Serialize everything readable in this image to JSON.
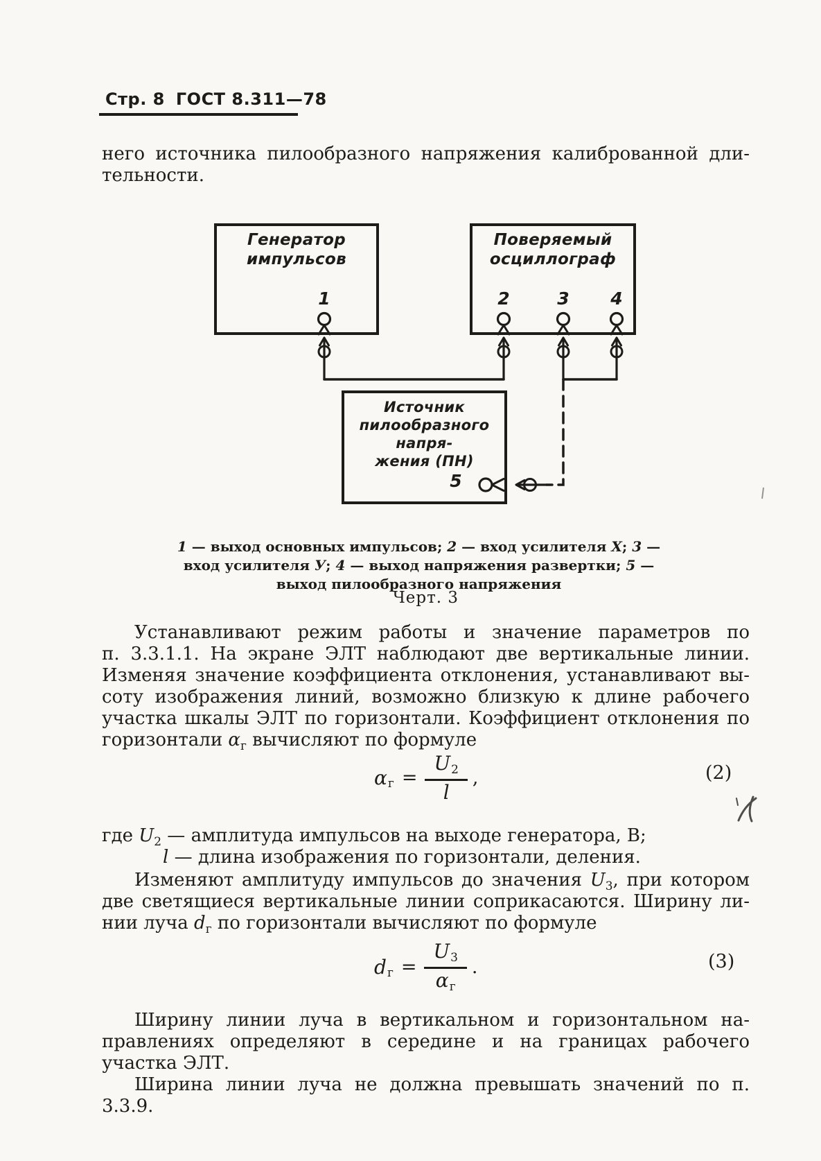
{
  "colors": {
    "ink": "#1d1c1a",
    "paper": "#f9f8f4"
  },
  "header": {
    "page_label": "Стр. 8",
    "doc_label": "ГОСТ 8.311—78"
  },
  "intro": {
    "lines": [
      [
        {
          "t": "него источника пилообразного напряжения калиброванной дли-"
        }
      ],
      [
        {
          "t": "тельности."
        }
      ]
    ]
  },
  "figure": {
    "generator_box": [
      "Генератор",
      "импульсов"
    ],
    "oscilloscope_box": [
      "Поверяемый",
      "осциллограф"
    ],
    "source_box": [
      "Источник",
      "пилообразного напря-",
      "жения (ПН)"
    ],
    "terminal_labels": {
      "t1": "1",
      "t2": "2",
      "t3": "3",
      "t4": "4",
      "t5": "5"
    },
    "caption_lines": [
      [
        {
          "t": "1",
          "s": "i"
        },
        {
          "t": " — выход основных импульсов; "
        },
        {
          "t": "2",
          "s": "i"
        },
        {
          "t": " — вход усилителя "
        },
        {
          "t": "X",
          "s": "i"
        },
        {
          "t": "; "
        },
        {
          "t": "3",
          "s": "i"
        },
        {
          "t": " —"
        }
      ],
      [
        {
          "t": "вход усилителя "
        },
        {
          "t": "У",
          "s": "i"
        },
        {
          "t": "; "
        },
        {
          "t": "4",
          "s": "i"
        },
        {
          "t": " — выход напряжения развертки; "
        },
        {
          "t": "5",
          "s": "i"
        },
        {
          "t": " —"
        }
      ],
      [
        {
          "t": "выход пилообразного напряжения"
        }
      ]
    ],
    "figure_label": "Черт. 3"
  },
  "para2": {
    "lines": [
      [
        {
          "t": "Устанавливают режим работы и значение параметров по"
        }
      ],
      [
        {
          "t": "п. 3.3.1.1. На экране ЭЛТ наблюдают две вертикальные линии."
        }
      ],
      [
        {
          "t": "Изменяя значение коэффициента отклонения, устанавливают вы-"
        }
      ],
      [
        {
          "t": "соту изображения линий, возможно близкую к длине рабочего"
        }
      ],
      [
        {
          "t": "участка шкалы ЭЛТ по горизонтали. Коэффициент отклонения по"
        }
      ],
      [
        {
          "t": "горизонтали "
        },
        {
          "t": "α",
          "s": "v"
        },
        {
          "t": "г",
          "s": "sub"
        },
        {
          "t": " вычисляют по формуле"
        }
      ]
    ]
  },
  "formula2": {
    "lhs_base": "α",
    "lhs_sub": "г",
    "eq": "=",
    "num_base": "U",
    "num_sub": "2",
    "den_base": "l",
    "den_sub": "",
    "punct": ",",
    "number": "(2)"
  },
  "where": {
    "lines": [
      [
        {
          "t": "где "
        },
        {
          "t": "U",
          "s": "v"
        },
        {
          "t": "2",
          "s": "sub"
        },
        {
          "t": " — амплитуда импульсов на выходе генератора, В;"
        }
      ],
      [
        {
          "t": "l",
          "s": "v"
        },
        {
          "t": " — длина изображения по горизонтали, деления."
        }
      ]
    ]
  },
  "para4": {
    "lines": [
      [
        {
          "t": "Изменяют амплитуду импульсов до значения "
        },
        {
          "t": "U",
          "s": "v"
        },
        {
          "t": "3",
          "s": "sub"
        },
        {
          "t": ", при котором"
        }
      ],
      [
        {
          "t": "две светящиеся вертикальные линии соприкасаются. Ширину ли-"
        }
      ],
      [
        {
          "t": "нии луча "
        },
        {
          "t": "d",
          "s": "v"
        },
        {
          "t": "г",
          "s": "sub"
        },
        {
          "t": " по горизонтали вычисляют по формуле"
        }
      ]
    ]
  },
  "formula3": {
    "lhs_base": "d",
    "lhs_sub": "г",
    "eq": "=",
    "num_base": "U",
    "num_sub": "3",
    "den_base": "α",
    "den_sub": "г",
    "punct": ".",
    "number": "(3)"
  },
  "para5": {
    "lines": [
      [
        {
          "t": "Ширину линии луча в вертикальном и горизонтальном на-"
        }
      ],
      [
        {
          "t": "правлениях определяют в середине и на границах рабочего"
        }
      ],
      [
        {
          "t": "участка ЭЛТ."
        }
      ]
    ]
  },
  "para6": {
    "lines": [
      [
        {
          "t": "Ширина линии луча не должна превышать значений по п. 3.3.9."
        }
      ]
    ]
  }
}
